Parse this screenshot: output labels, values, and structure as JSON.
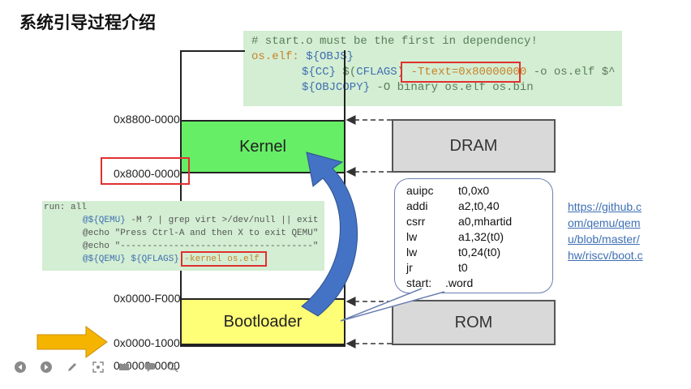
{
  "title": "系统引导过程介绍",
  "makefile_top": {
    "line1": "# start.o must be the first in dependency!",
    "line2_target": "os.elf: ",
    "line2_dep": "${OBJS}",
    "line3_cc": "${CC}",
    "line3_cflags_pre": " $(",
    "line3_cflags": "CFLAGS",
    "line3_cflags_post": ")",
    "line3_ttext": "-Ttext=0x80000000",
    "line3_rest": " -o os.elf $^",
    "line4_objcopy": "${OBJCOPY}",
    "line4_rest": " -O binary os.elf os.bin"
  },
  "makefile_mid": {
    "line1": "run: all",
    "line2_a": "@${QEMU}",
    "line2_b": " -M ? | grep virt >/dev/null || exit",
    "line3": "@echo \"Press Ctrl-A and then X to exit QEMU\"",
    "line4": "@echo \"------------------------------------\"",
    "line5_a": "@${QEMU}",
    "line5_b": " ${QFLAGS}",
    "line5_c": " -kernel os.elf"
  },
  "memory": {
    "kernel_label": "Kernel",
    "bootloader_label": "Bootloader",
    "addr_8800": "0x8800-0000",
    "addr_8000": "0x8000-0000",
    "addr_f000": "0x0000-F000",
    "addr_1000": "0x0000-1000",
    "addr_0000": "0x0000-0000"
  },
  "devices": {
    "dram": "DRAM",
    "rom": "ROM"
  },
  "asm": [
    {
      "op": "auipc",
      "args": "t0,0x0"
    },
    {
      "op": "addi",
      "args": "a2,t0,40"
    },
    {
      "op": "csrr",
      "args": "a0,mhartid"
    },
    {
      "op": "lw",
      "args": "a1,32(t0)"
    },
    {
      "op": "lw",
      "args": "t0,24(t0)"
    },
    {
      "op": "jr",
      "args": "t0"
    },
    {
      "op": "start:",
      "args": ".word"
    }
  ],
  "link": {
    "l1": "https://github.c",
    "l2": "om/qemu/qem",
    "l3": "u/blob/master/",
    "l4": "hw/riscv/boot.c"
  },
  "colors": {
    "kernel": "#66ee66",
    "bootloader": "#ffff77",
    "code_bg": "#d3eed3",
    "highlight": "#e03030",
    "arrow": "#4472c4",
    "pointer": "#f5b400"
  },
  "icons": [
    "prev-icon",
    "next-icon",
    "pen-icon",
    "focus-icon",
    "subtitle-icon",
    "chat-icon",
    "zoom-icon"
  ]
}
